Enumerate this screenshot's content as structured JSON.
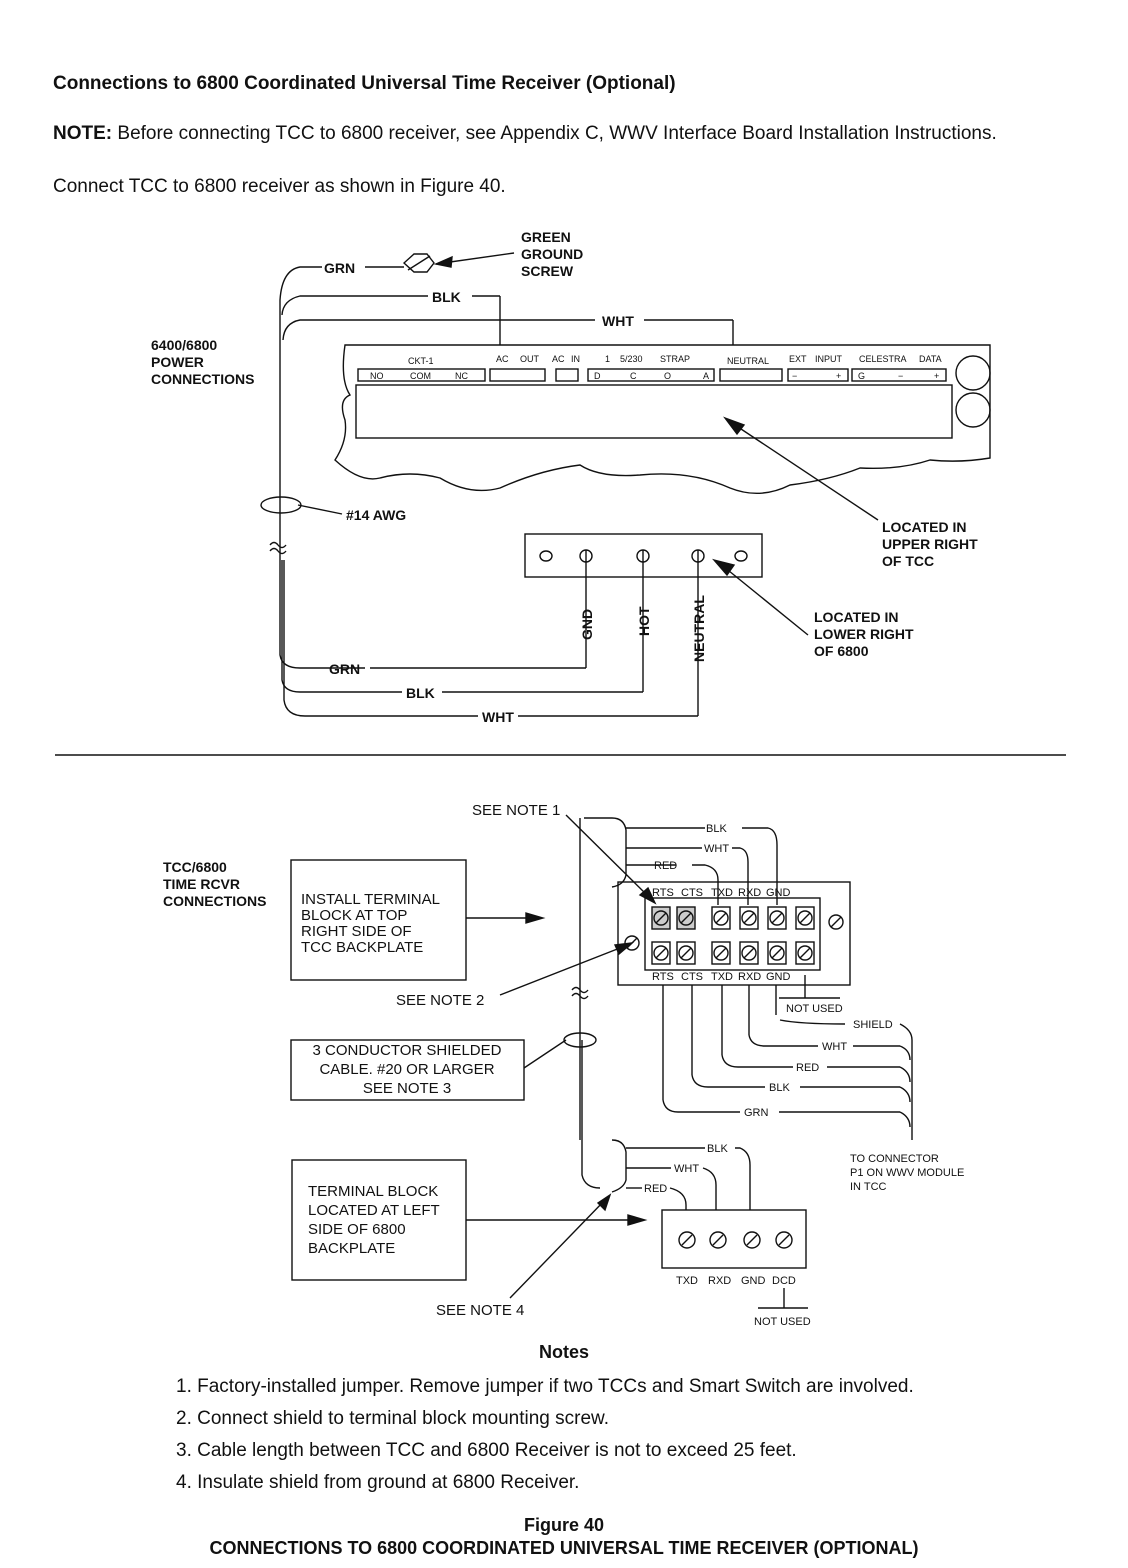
{
  "heading": "Connections to 6800 Coordinated Universal Time Receiver (Optional)",
  "note": {
    "label": "NOTE:",
    "text": "Before connecting TCC to 6800 receiver, see Appendix C, WWV Interface Board Installation Instructions."
  },
  "intro": "Connect TCC to 6800 receiver as shown in Figure 40.",
  "top_diagram": {
    "section_label": [
      "6400/6800",
      "POWER",
      "CONNECTIONS"
    ],
    "ground_screw_label": [
      "GREEN",
      "GROUND",
      "SCREW"
    ],
    "wire_grn": "GRN",
    "wire_blk": "BLK",
    "wire_wht": "WHT",
    "awg": "#14 AWG",
    "strip_labels": [
      "CKT-1",
      "AC",
      "OUT",
      "AC",
      "IN",
      "1",
      "5/230",
      "STRAP",
      "NEUTRAL",
      "EXT",
      "INPUT",
      "CELESTRA",
      "DATA"
    ],
    "strip_sub_labels": [
      "NO",
      "COM",
      "NC",
      "D",
      "C",
      "O",
      "A",
      "−",
      "+",
      "G",
      "−",
      "+"
    ],
    "tcc_location": [
      "LOCATED IN",
      "UPPER RIGHT",
      "OF TCC"
    ],
    "r6800_location": [
      "LOCATED IN",
      "LOWER RIGHT",
      "OF 6800"
    ],
    "terminals": [
      "GND",
      "HOT",
      "NEUTRAL"
    ]
  },
  "bottom_diagram": {
    "section_label": [
      "TCC/6800",
      "TIME RCVR",
      "CONNECTIONS"
    ],
    "see_note_1": "SEE NOTE 1",
    "see_note_2": "SEE NOTE 2",
    "see_note_4": "SEE NOTE 4",
    "install_box": [
      "INSTALL TERMINAL",
      "BLOCK AT TOP",
      "RIGHT SIDE OF",
      "TCC BACKPLATE"
    ],
    "cable_box": [
      "3 CONDUCTOR SHIELDED",
      "CABLE. #20 OR LARGER",
      "SEE NOTE 3"
    ],
    "terminal_box": [
      "TERMINAL BLOCK",
      "LOCATED AT LEFT",
      "SIDE OF 6800",
      "BACKPLATE"
    ],
    "tcc_terminals": [
      "RTS",
      "CTS",
      "TXD",
      "RXD",
      "GND"
    ],
    "not_used": "NOT USED",
    "shield": "SHIELD",
    "wires": {
      "blk": "BLK",
      "wht": "WHT",
      "red": "RED",
      "grn": "GRN"
    },
    "connector": [
      "TO CONNECTOR",
      "P1 ON WWV MODULE",
      "IN TCC"
    ],
    "r6800_terminals": [
      "TXD",
      "RXD",
      "GND",
      "DCD"
    ]
  },
  "notes": {
    "title": "Notes",
    "items": [
      "1.  Factory-installed jumper. Remove jumper if two TCCs and Smart Switch are involved.",
      "2.  Connect shield to terminal block mounting screw.",
      "3.  Cable length between TCC and 6800 Receiver is not to exceed 25 feet.",
      "4.  Insulate shield from ground at 6800 Receiver."
    ]
  },
  "figure": {
    "number": "Figure 40",
    "title": "CONNECTIONS TO 6800 COORDINATED UNIVERSAL TIME RECEIVER (OPTIONAL)"
  }
}
